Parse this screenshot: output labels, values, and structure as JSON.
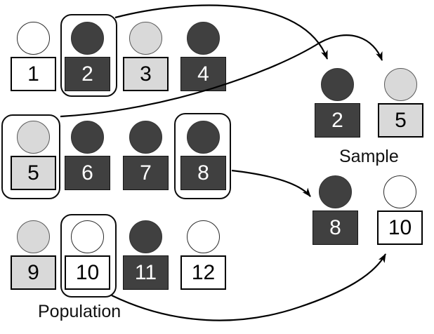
{
  "population": {
    "label": "Population",
    "members": [
      {
        "label": "1",
        "shade": "white",
        "selected": false
      },
      {
        "label": "2",
        "shade": "dark",
        "selected": true
      },
      {
        "label": "3",
        "shade": "light",
        "selected": false
      },
      {
        "label": "4",
        "shade": "dark",
        "selected": false
      },
      {
        "label": "5",
        "shade": "light",
        "selected": true
      },
      {
        "label": "6",
        "shade": "dark",
        "selected": false
      },
      {
        "label": "7",
        "shade": "dark",
        "selected": false
      },
      {
        "label": "8",
        "shade": "dark",
        "selected": true
      },
      {
        "label": "9",
        "shade": "light",
        "selected": false
      },
      {
        "label": "10",
        "shade": "white",
        "selected": true
      },
      {
        "label": "11",
        "shade": "dark",
        "selected": false
      },
      {
        "label": "12",
        "shade": "white",
        "selected": false
      }
    ]
  },
  "sample": {
    "label": "Sample",
    "members": [
      {
        "label": "2",
        "shade": "dark"
      },
      {
        "label": "5",
        "shade": "light"
      },
      {
        "label": "8",
        "shade": "dark"
      },
      {
        "label": "10",
        "shade": "white"
      }
    ]
  },
  "arrows": [
    {
      "from": "2",
      "to": "Sample",
      "label": "population member 2 drawn into sample"
    },
    {
      "from": "5",
      "to": "Sample",
      "label": "population member 5 drawn into sample"
    },
    {
      "from": "8",
      "to": "Sample",
      "label": "population member 8 drawn into sample"
    },
    {
      "from": "10",
      "to": "Sample",
      "label": "population member 10 drawn into sample"
    }
  ],
  "colors": {
    "dark": "#404040",
    "light": "#d9d9d9",
    "white": "#ffffff",
    "stroke": "#000000",
    "background": "#ffffff"
  }
}
